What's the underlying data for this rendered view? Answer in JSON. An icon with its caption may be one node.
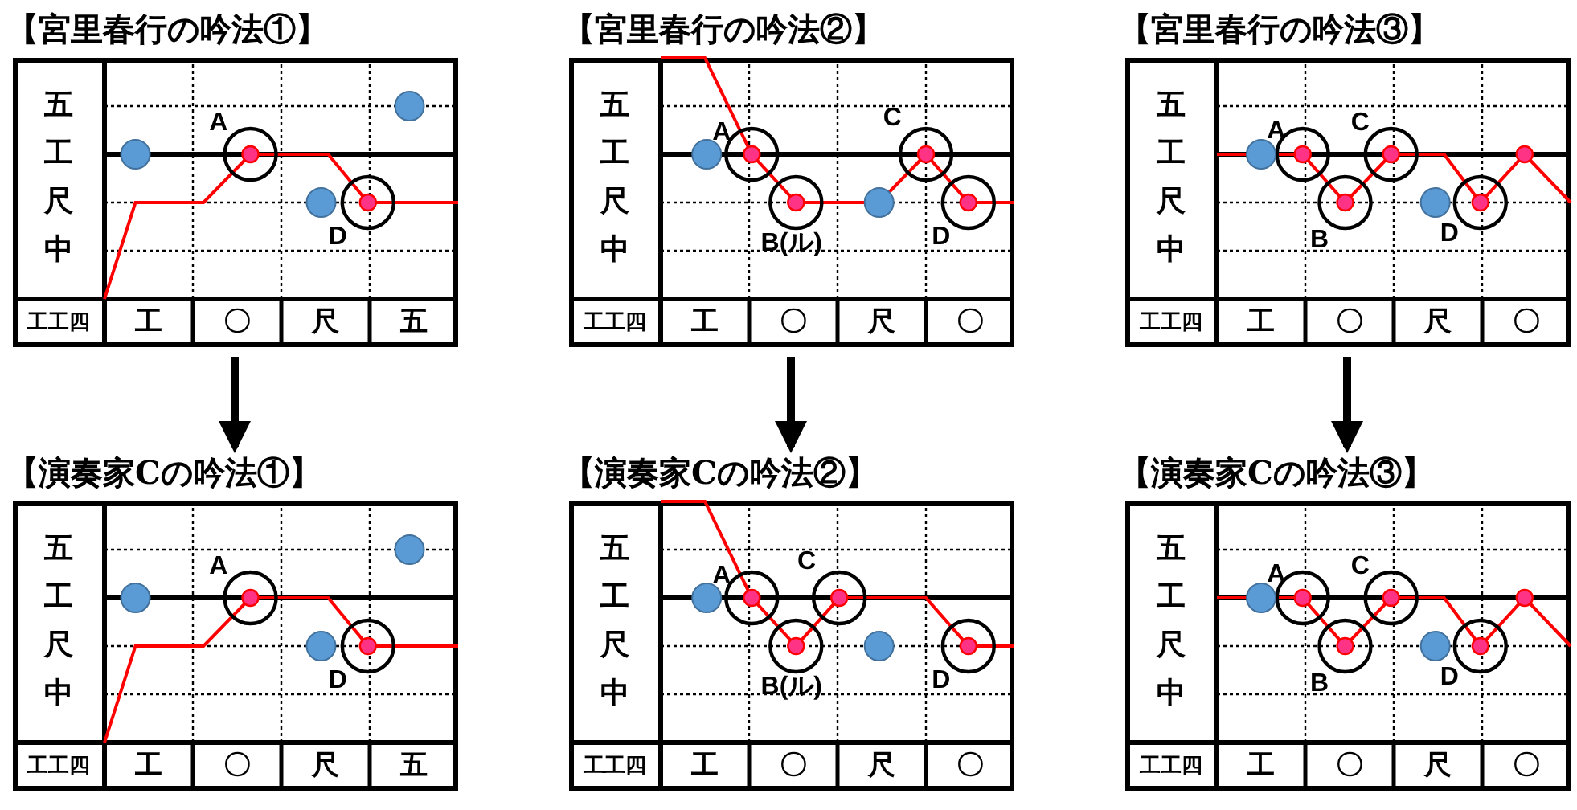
{
  "diagram": {
    "nodes": [
      {
        "text": [
          "【宮里春行の吟法①】",
          "五",
          "工",
          "尺",
          "中",
          "工工四",
          "工",
          "〇",
          "尺",
          "五",
          "A",
          "D"
        ]
      },
      {
        "text": [
          "【宮里春行の吟法②】",
          "五",
          "工",
          "尺",
          "中",
          "工工四",
          "工",
          "〇",
          "尺",
          "〇",
          "A",
          "C",
          "B(ル)",
          "D"
        ]
      },
      {
        "text": [
          "【宮里春行の吟法③】",
          "五",
          "工",
          "尺",
          "中",
          "工工四",
          "工",
          "〇",
          "尺",
          "〇",
          "A",
          "C",
          "B",
          "D"
        ]
      },
      {
        "text": [
          "【演奏家Cの吟法①】",
          "五",
          "工",
          "尺",
          "中",
          "工工四",
          "工",
          "〇",
          "尺",
          "五",
          "A",
          "D"
        ]
      },
      {
        "text": [
          "【演奏家Cの吟法②】",
          "五",
          "工",
          "尺",
          "中",
          "工工四",
          "工",
          "〇",
          "尺",
          "〇",
          "A",
          "C",
          "B(ル)",
          "D"
        ]
      },
      {
        "text": [
          "【演奏家Cの吟法③】",
          "五",
          "工",
          "尺",
          "中",
          "工工四",
          "工",
          "〇",
          "尺",
          "〇",
          "A",
          "C",
          "B",
          "D"
        ]
      }
    ],
    "edges": [
      {
        "from": 0,
        "to": 3,
        "arrow": "to"
      },
      {
        "from": 1,
        "to": 4,
        "arrow": "to"
      },
      {
        "from": 2,
        "to": 5,
        "arrow": "to"
      }
    ]
  }
}
